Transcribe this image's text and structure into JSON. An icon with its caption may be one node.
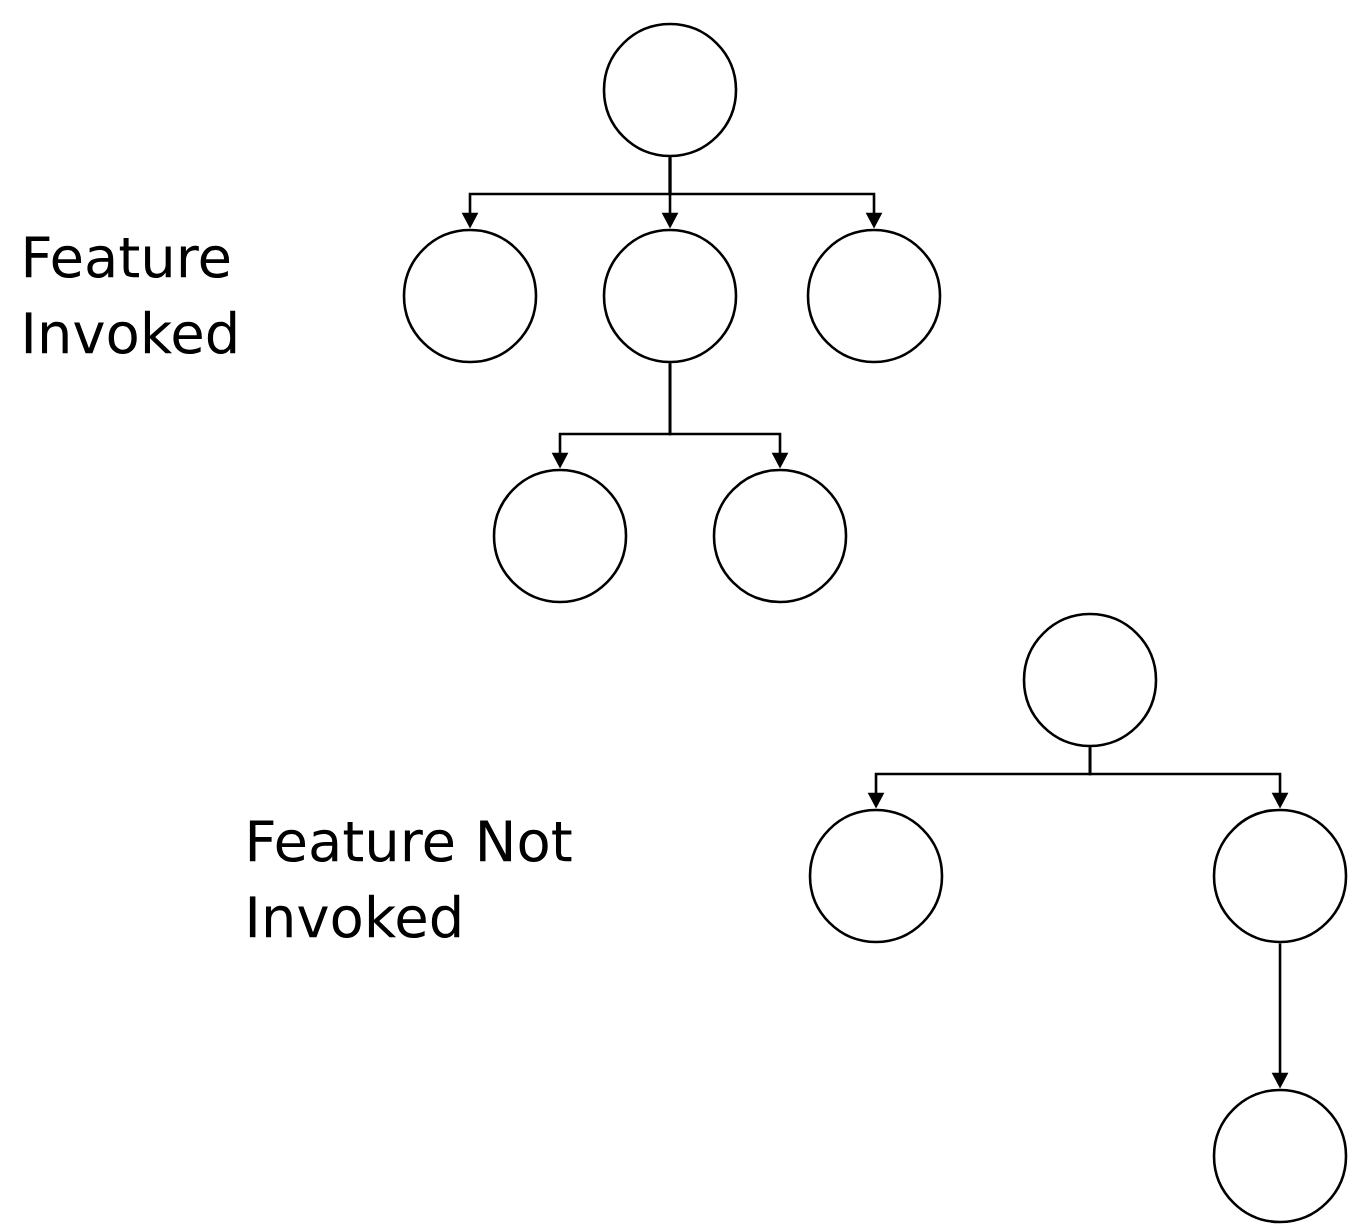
{
  "diagram": {
    "nodes": [
      {
        "text": [],
        "shape": "circle"
      },
      {
        "text": [],
        "shape": "circle"
      },
      {
        "text": [],
        "shape": "circle"
      },
      {
        "text": [],
        "shape": "circle"
      },
      {
        "text": [],
        "shape": "circle"
      },
      {
        "text": [],
        "shape": "circle"
      },
      {
        "text": [],
        "shape": "circle"
      },
      {
        "text": [],
        "shape": "circle"
      },
      {
        "text": [],
        "shape": "circle"
      },
      {
        "text": [],
        "shape": "circle"
      }
    ],
    "edges": [
      {
        "from": 0,
        "to": 1,
        "arrow": "to"
      },
      {
        "from": 0,
        "to": 2,
        "arrow": "to"
      },
      {
        "from": 0,
        "to": 3,
        "arrow": "to"
      },
      {
        "from": 2,
        "to": 4,
        "arrow": "to"
      },
      {
        "from": 2,
        "to": 5,
        "arrow": "to"
      },
      {
        "from": 6,
        "to": 7,
        "arrow": "to"
      },
      {
        "from": 6,
        "to": 8,
        "arrow": "to"
      },
      {
        "from": 8,
        "to": 9,
        "arrow": "to"
      }
    ],
    "labels": [
      "Feature Invoked",
      "Feature Not Invoked"
    ]
  }
}
